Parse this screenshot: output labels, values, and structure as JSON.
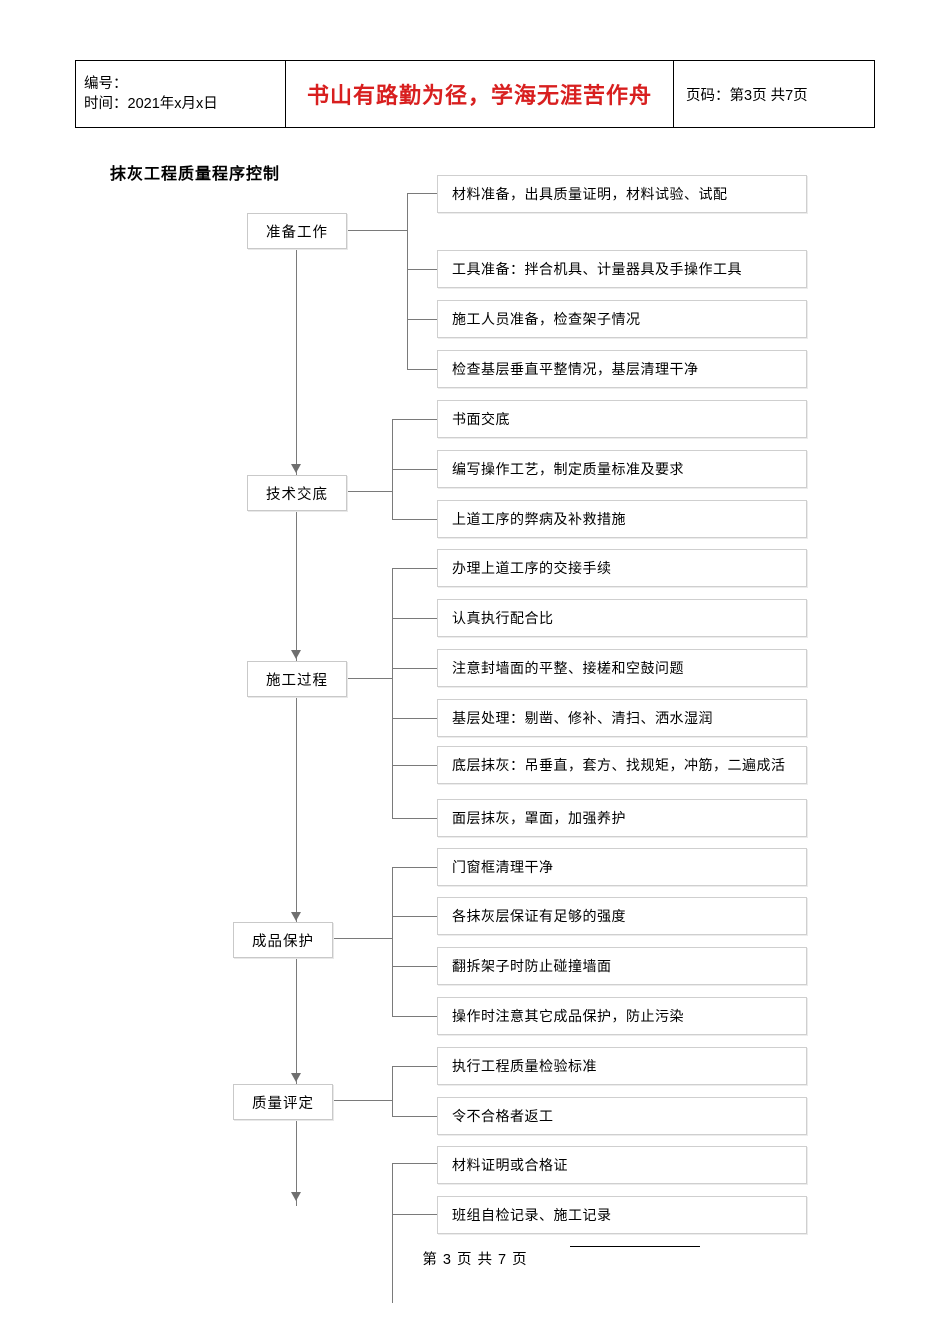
{
  "header": {
    "number_label": "编号：",
    "time_label": "时间：2021年x月x日",
    "slogan": "书山有路勤为径，学海无涯苦作舟",
    "page_label": "页码：第3页 共7页"
  },
  "diagram": {
    "title": "抹灰工程质量程序控制",
    "stages": [
      {
        "label": "准备工作"
      },
      {
        "label": "技术交底"
      },
      {
        "label": "施工过程"
      },
      {
        "label": "成品保护"
      },
      {
        "label": "质量评定"
      }
    ],
    "tasks": [
      {
        "label": "材料准备，出具质量证明，材料试验、试配"
      },
      {
        "label": "工具准备：拌合机具、计量器具及手操作工具"
      },
      {
        "label": "施工人员准备，检查架子情况"
      },
      {
        "label": "检查基层垂直平整情况，基层清理干净"
      },
      {
        "label": "书面交底"
      },
      {
        "label": "编写操作工艺，制定质量标准及要求"
      },
      {
        "label": "上道工序的弊病及补救措施"
      },
      {
        "label": "办理上道工序的交接手续"
      },
      {
        "label": "认真执行配合比"
      },
      {
        "label": "注意封墙面的平整、接槎和空鼓问题"
      },
      {
        "label": "基层处理：剔凿、修补、清扫、洒水湿润"
      },
      {
        "label": "底层抹灰：吊垂直，套方、找规矩，冲筋，二遍成活"
      },
      {
        "label": "面层抹灰，罩面，加强养护"
      },
      {
        "label": "门窗框清理干净"
      },
      {
        "label": "各抹灰层保证有足够的强度"
      },
      {
        "label": "翻拆架子时防止碰撞墙面"
      },
      {
        "label": "操作时注意其它成品保护，防止污染"
      },
      {
        "label": "执行工程质量检验标准"
      },
      {
        "label": "令不合格者返工"
      },
      {
        "label": "材料证明或合格证"
      },
      {
        "label": "班组自检记录、施工记录"
      }
    ]
  },
  "footer": {
    "page_text": "第 3 页  共 7 页"
  }
}
